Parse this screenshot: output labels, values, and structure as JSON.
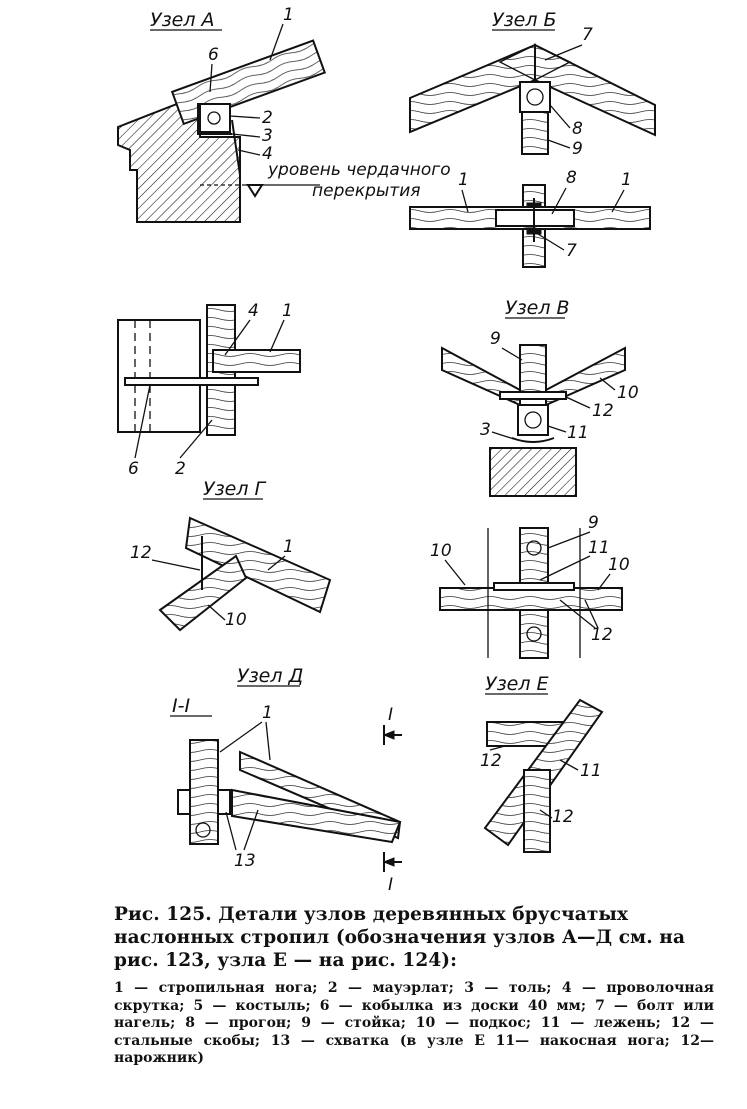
{
  "nodes": {
    "a": "Узел А",
    "b": "Узел Б",
    "v": "Узел В",
    "g": "Узел Г",
    "d": "Узел Д",
    "e": "Узел Е"
  },
  "section": "I-I",
  "section_mark": "I",
  "level_label_line1": "уровень чердачного",
  "level_label_line2": "перекрытия",
  "callouts": {
    "n1": "1",
    "n2": "2",
    "n3": "3",
    "n4": "4",
    "n6": "6",
    "n7": "7",
    "n8": "8",
    "n9": "9",
    "n10": "10",
    "n11": "11",
    "n12": "12",
    "n13": "13"
  },
  "caption": {
    "title": "Рис. 125. Детали узлов деревянных брусчатых наслонных стропил (обозначения узлов А—Д см. на рис. 123, узла Е — на рис. 124):",
    "legend": "1 — стропильная нога; 2 — мауэрлат; 3 — толь; 4 — проволочная скрутка; 5 — костыль; 6 — кобылка из доски 40 мм; 7 — болт или нагель; 8 — прогон; 9 — стойка; 10 — подкос; 11 — лежень; 12 — стальные скобы; 13 — схватка (в узле Е 11— накосная нога; 12—нарожник)"
  }
}
